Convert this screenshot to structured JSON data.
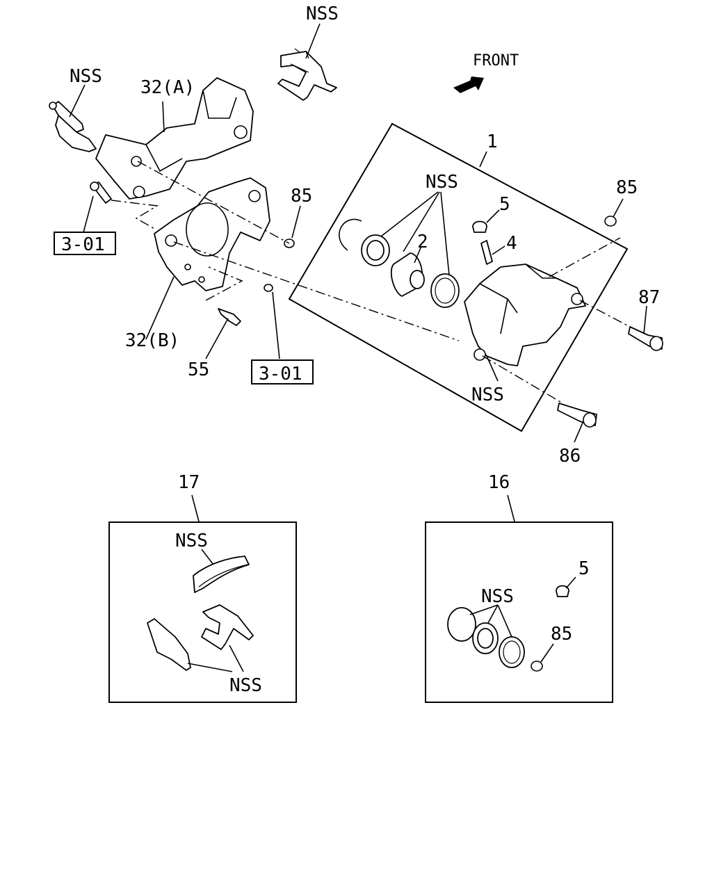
{
  "front_indicator": {
    "label": "FRONT"
  },
  "labels": {
    "nss_top": "NSS",
    "nss_left": "NSS",
    "bracket_a": "32(A)",
    "bracket_b": "32(B)",
    "ref_left": "3-01",
    "ref_center": "3-01",
    "bolt_55": "55",
    "washer_85_left": "85",
    "caliper_1": "1",
    "nss_seals": "NSS",
    "piston_2": "2",
    "cap_5": "5",
    "bleeder_4": "4",
    "washer_85_right": "85",
    "bolt_87": "87",
    "nss_caliper": "NSS",
    "bolt_86": "86"
  },
  "kit_17": {
    "number": "17",
    "nss_pad": "NSS",
    "nss_clips": "NSS"
  },
  "kit_16": {
    "number": "16",
    "nss_seals": "NSS",
    "cap_5": "5",
    "washer_85": "85"
  }
}
